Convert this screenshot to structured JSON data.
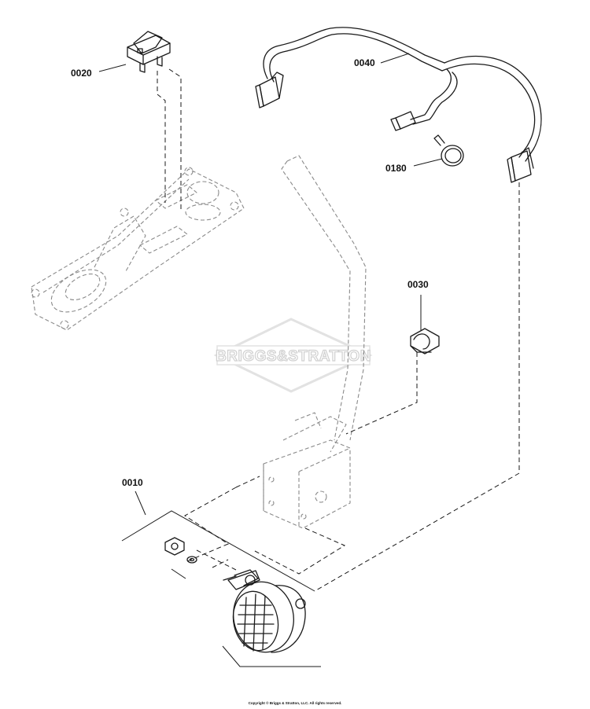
{
  "callouts": {
    "c0010": "0010",
    "c0020": "0020",
    "c0030": "0030",
    "c0040": "0040",
    "c0180": "0180"
  },
  "watermark": "BRIGGS&STRATTON",
  "copyright": "Copyright © Briggs & Stratton, LLC. All rights reserved."
}
